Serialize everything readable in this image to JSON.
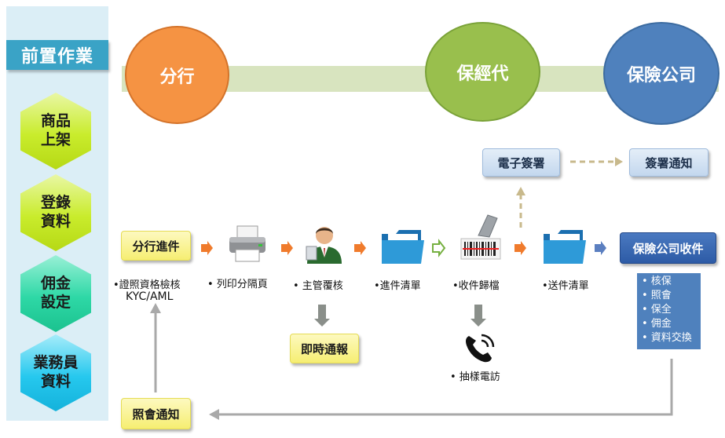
{
  "sidebar": {
    "title": "前置作業",
    "steps": [
      {
        "label": "商品\n上架"
      },
      {
        "label": "登錄\n資料"
      },
      {
        "label": "佣金\n設定"
      },
      {
        "label": "業務員\n資料"
      }
    ]
  },
  "parties": {
    "branch": "分行",
    "broker": "保經代",
    "insurer": "保險公司"
  },
  "boxes": {
    "branch_submission": "分行進件",
    "e_signature": "電子簽署",
    "signing_notice": "簽署通知",
    "insurer_receipt": "保險公司收件",
    "instant_report": "即時通報",
    "inquiry_notice": "照會通知"
  },
  "steps": {
    "id_check": "•證照資格檢核",
    "kyc": "KYC/AML",
    "print": "• 列印分隔頁",
    "review": "• 主管覆核",
    "submission_list": "•進件清單",
    "archive": "•收件歸檔",
    "delivery_list": "•送件清單",
    "phone_visit": "• 抽樣電訪"
  },
  "insurer_tasks": [
    "• 核保",
    "• 照會",
    "• 保全",
    "• 佣金",
    "• 資料交換"
  ],
  "colors": {
    "orange": "#f59343",
    "green": "#99bf4d",
    "blue": "#4f81bd",
    "yellow": "#f6ee72",
    "sidebar_bg": "#dbeef6",
    "band": "#d8e4bf"
  }
}
